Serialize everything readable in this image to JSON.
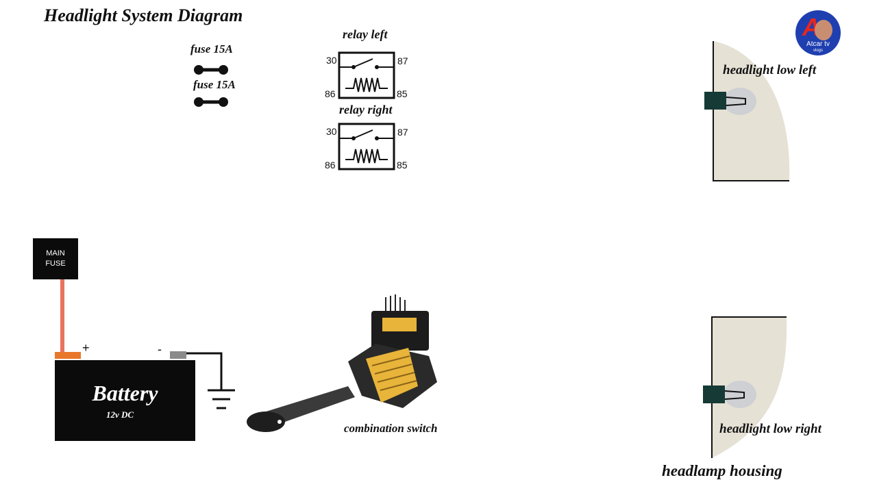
{
  "title": "Headlight System Diagram",
  "fuses": [
    {
      "label": "fuse 15A"
    },
    {
      "label": "fuse 15A"
    }
  ],
  "relays": [
    {
      "label": "relay  left",
      "pins": {
        "p30": "30",
        "p87": "87",
        "p86": "86",
        "p85": "85"
      }
    },
    {
      "label": "relay right",
      "pins": {
        "p30": "30",
        "p87": "87",
        "p86": "86",
        "p85": "85"
      }
    }
  ],
  "main_fuse": {
    "line1": "MAIN",
    "line2": "FUSE"
  },
  "battery": {
    "name": "Battery",
    "spec": "12v DC",
    "positive": "+",
    "negative": "-"
  },
  "switch": {
    "label": "combination switch"
  },
  "headlights": [
    {
      "label": "headlight low left"
    },
    {
      "label": "headlight low right"
    }
  ],
  "housing_label": "headlamp housing",
  "logo": {
    "brand": "Atcar tv",
    "sub": "vlogs",
    "mark": "A"
  },
  "colors": {
    "wire_red": "#e8735e",
    "terminal_orange": "#e8772a",
    "housing": "#e6e1d5",
    "bulb_base": "#163a36",
    "switch_yellow": "#e8b43a"
  }
}
